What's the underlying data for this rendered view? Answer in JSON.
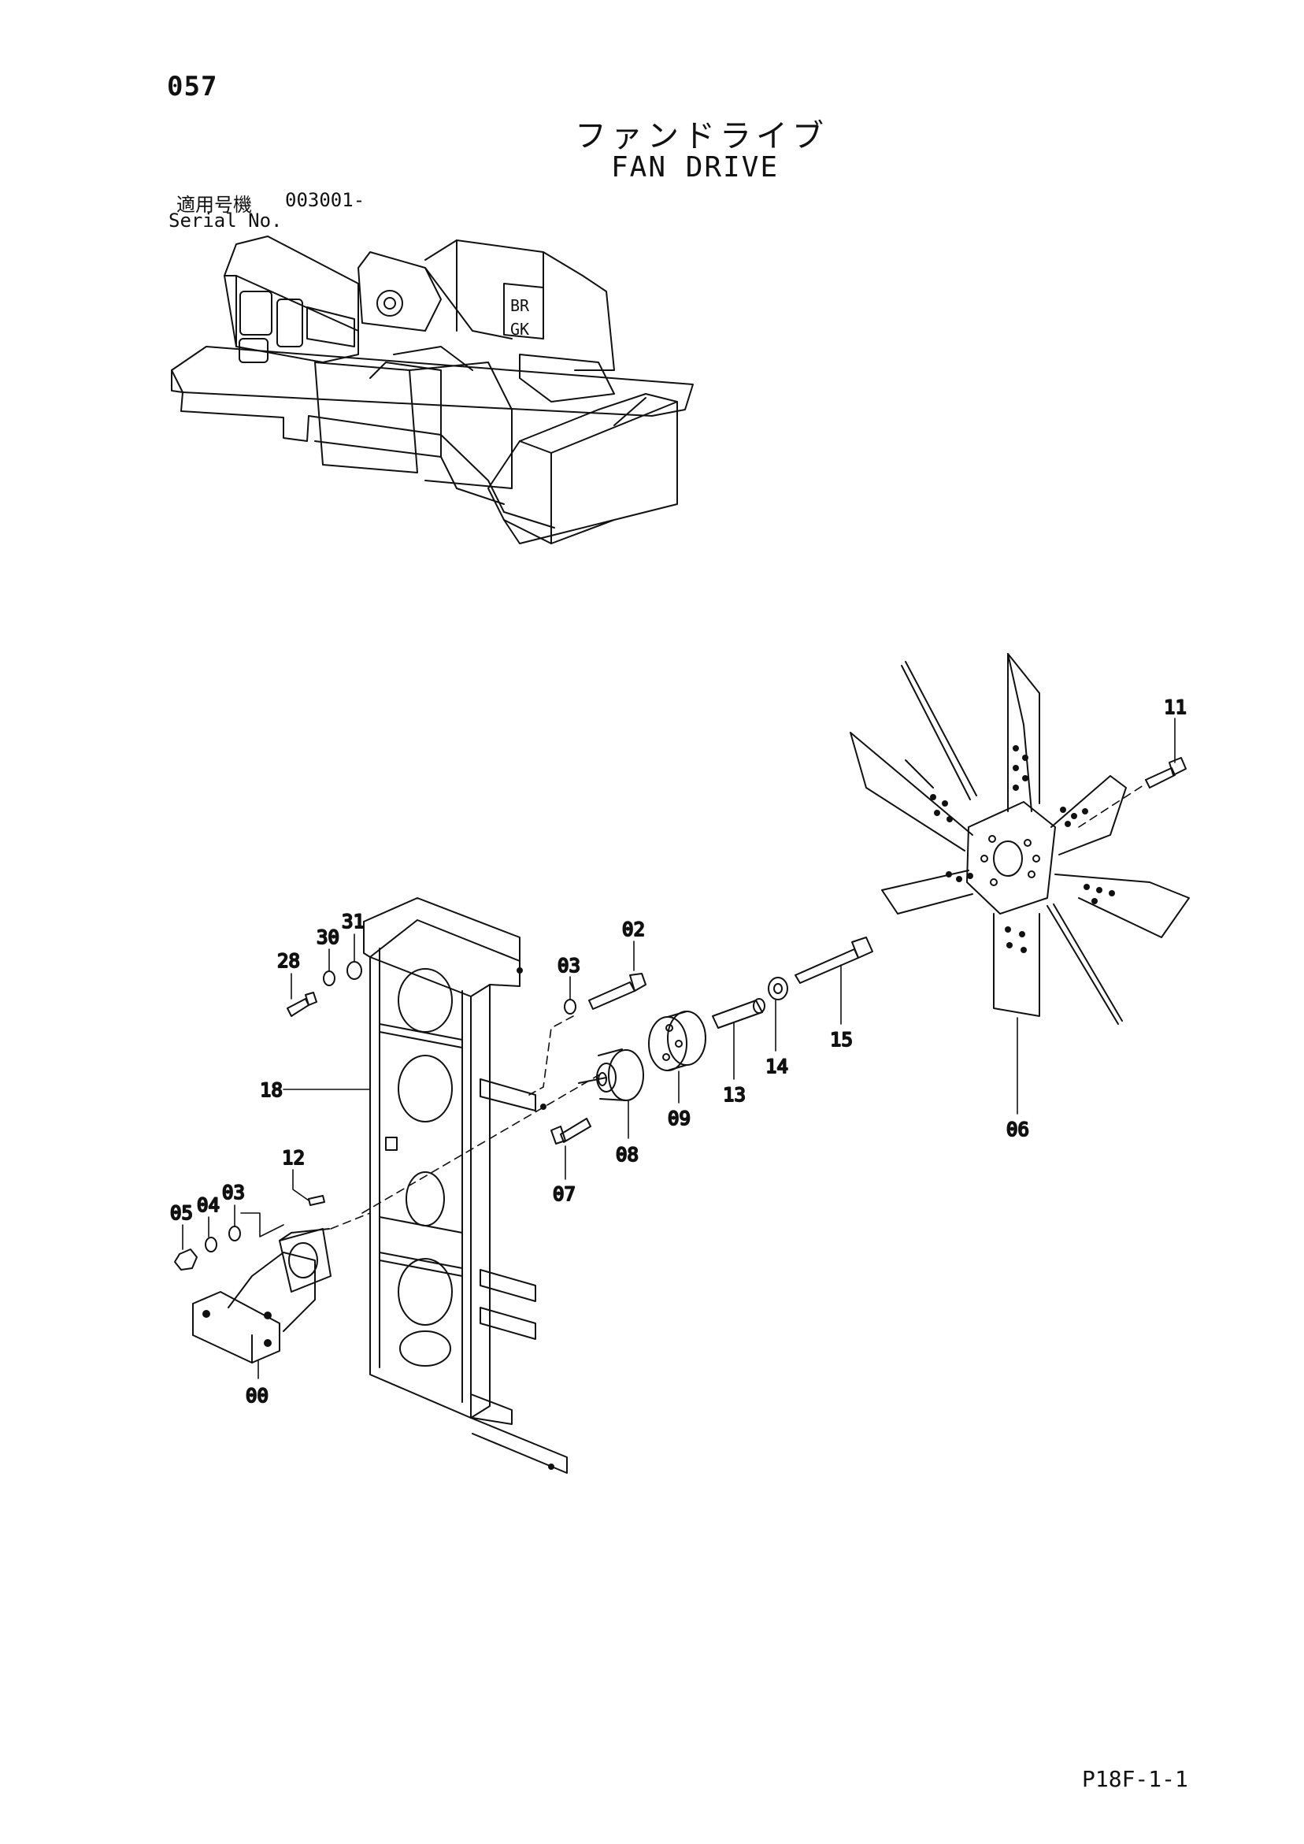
{
  "header": {
    "page_number": "057",
    "title_japanese": "ファンドライブ",
    "title_english": "FAN DRIVE",
    "serial_label_japanese": "適用号機",
    "serial_value": "003001-",
    "serial_label_english": "Serial No."
  },
  "callouts": [
    "11",
    "31",
    "30",
    "28",
    "02",
    "03",
    "15",
    "14",
    "13",
    "09",
    "18",
    "08",
    "06",
    "07",
    "12",
    "03",
    "05",
    "04",
    "00"
  ],
  "footer": {
    "page_code": "P18F-1-1"
  }
}
